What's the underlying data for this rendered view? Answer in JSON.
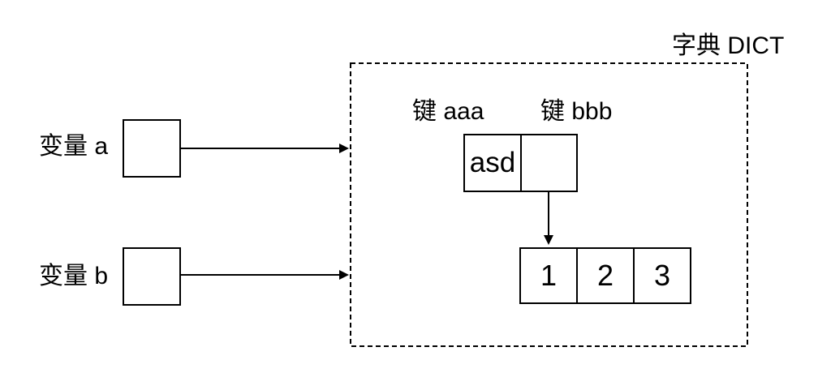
{
  "diagram": {
    "title": "字典 DICT",
    "variables": [
      {
        "label": "变量 a"
      },
      {
        "label": "变量 b"
      }
    ],
    "dict": {
      "entries": [
        {
          "key": "键 aaa",
          "value": "asd"
        },
        {
          "key": "键 bbb",
          "value": ""
        }
      ]
    },
    "list_items": [
      "1",
      "2",
      "3"
    ],
    "connectors": [
      {
        "name": "arrow-variable-a-to-dict"
      },
      {
        "name": "arrow-variable-b-to-dict"
      },
      {
        "name": "arrow-dict-value-bbb-to-list"
      }
    ],
    "colors": {
      "stroke": "#000000",
      "text": "#000000",
      "background": "#ffffff"
    }
  }
}
